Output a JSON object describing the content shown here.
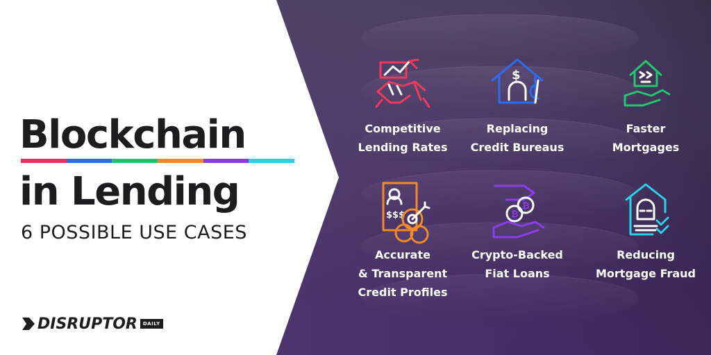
{
  "title_line1": "Blockchain",
  "title_line2": "in Lending",
  "subtitle": "6 POSSIBLE USE CASES",
  "rainbow_colors": [
    "#e8315b",
    "#2a6fe0",
    "#23c46f",
    "#f08a2c",
    "#8a3be0",
    "#2bd1e6"
  ],
  "logo": {
    "text": "DISRUPTOR",
    "badge": "DAILY"
  },
  "use_cases": [
    {
      "label": "Competitive\nLending Rates",
      "icon": "handshake-chart-icon",
      "color": "#ef3a5d"
    },
    {
      "label": "Replacing\nCredit Bureaus",
      "icon": "house-dollar-icon",
      "color": "#2d6cf0"
    },
    {
      "label": "Faster\nMortgages",
      "icon": "house-hand-icon",
      "color": "#22c86f"
    },
    {
      "label": "Accurate\n& Transparent\nCredit Profiles",
      "icon": "profile-target-icon",
      "color": "#f28a2a"
    },
    {
      "label": "Crypto-Backed\nFiat Loans",
      "icon": "crypto-hands-icon",
      "color": "#8c3df0"
    },
    {
      "label": "Reducing\nMortgage Fraud",
      "icon": "masked-thief-icon",
      "color": "#2ad3ea"
    }
  ]
}
